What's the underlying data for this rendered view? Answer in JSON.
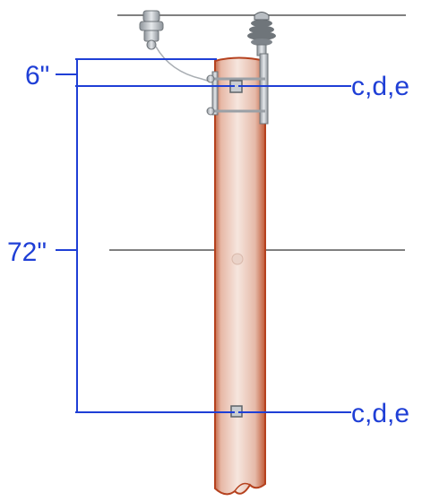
{
  "labels": {
    "top_dimension": "6\"",
    "main_dimension": "72\"",
    "upper_callout": "c,d,e",
    "lower_callout": "c,d,e"
  },
  "colors": {
    "dimension_blue": "#1f3fd6",
    "pole_wood": "#e9c8b8",
    "pole_edge": "#b5411e",
    "wire_gray": "#808080",
    "hardware_gray": "#a9aeb3",
    "insulator_gray": "#6f757a"
  }
}
